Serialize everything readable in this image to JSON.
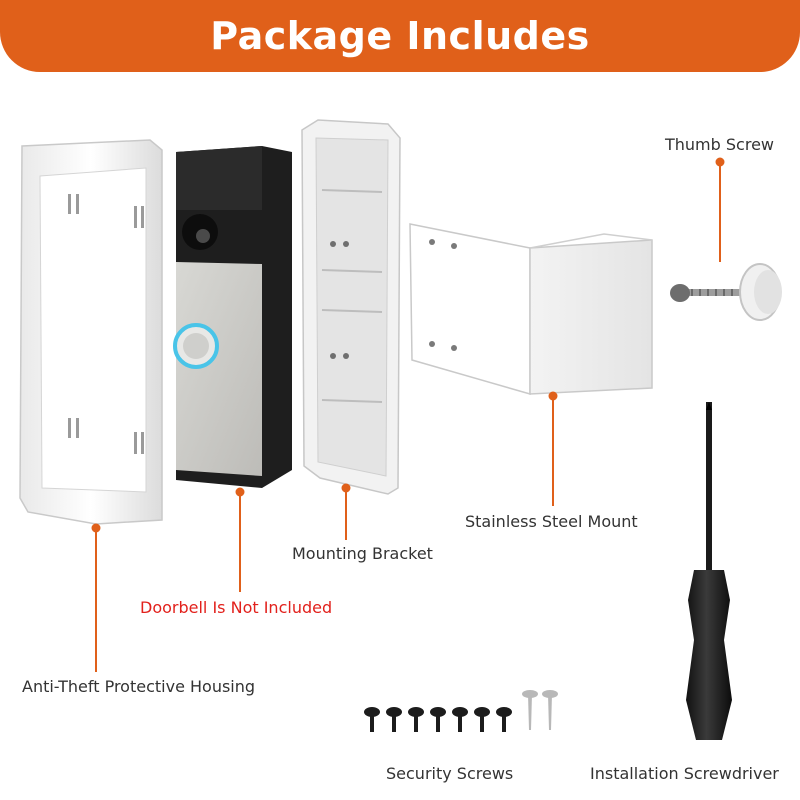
{
  "header": {
    "title": "Package Includes"
  },
  "labels": {
    "thumb_screw": "Thumb Screw",
    "stainless_mount": "Stainless Steel Mount",
    "mounting_bracket": "Mounting Bracket",
    "doorbell_note": "Doorbell Is Not Included",
    "housing": "Anti-Theft Protective Housing",
    "security_screws": "Security Screws",
    "screwdriver": "Installation Screwdriver"
  },
  "colors": {
    "accent": "#e0601a",
    "warning_text": "#e2211c",
    "label_text": "#333333"
  }
}
